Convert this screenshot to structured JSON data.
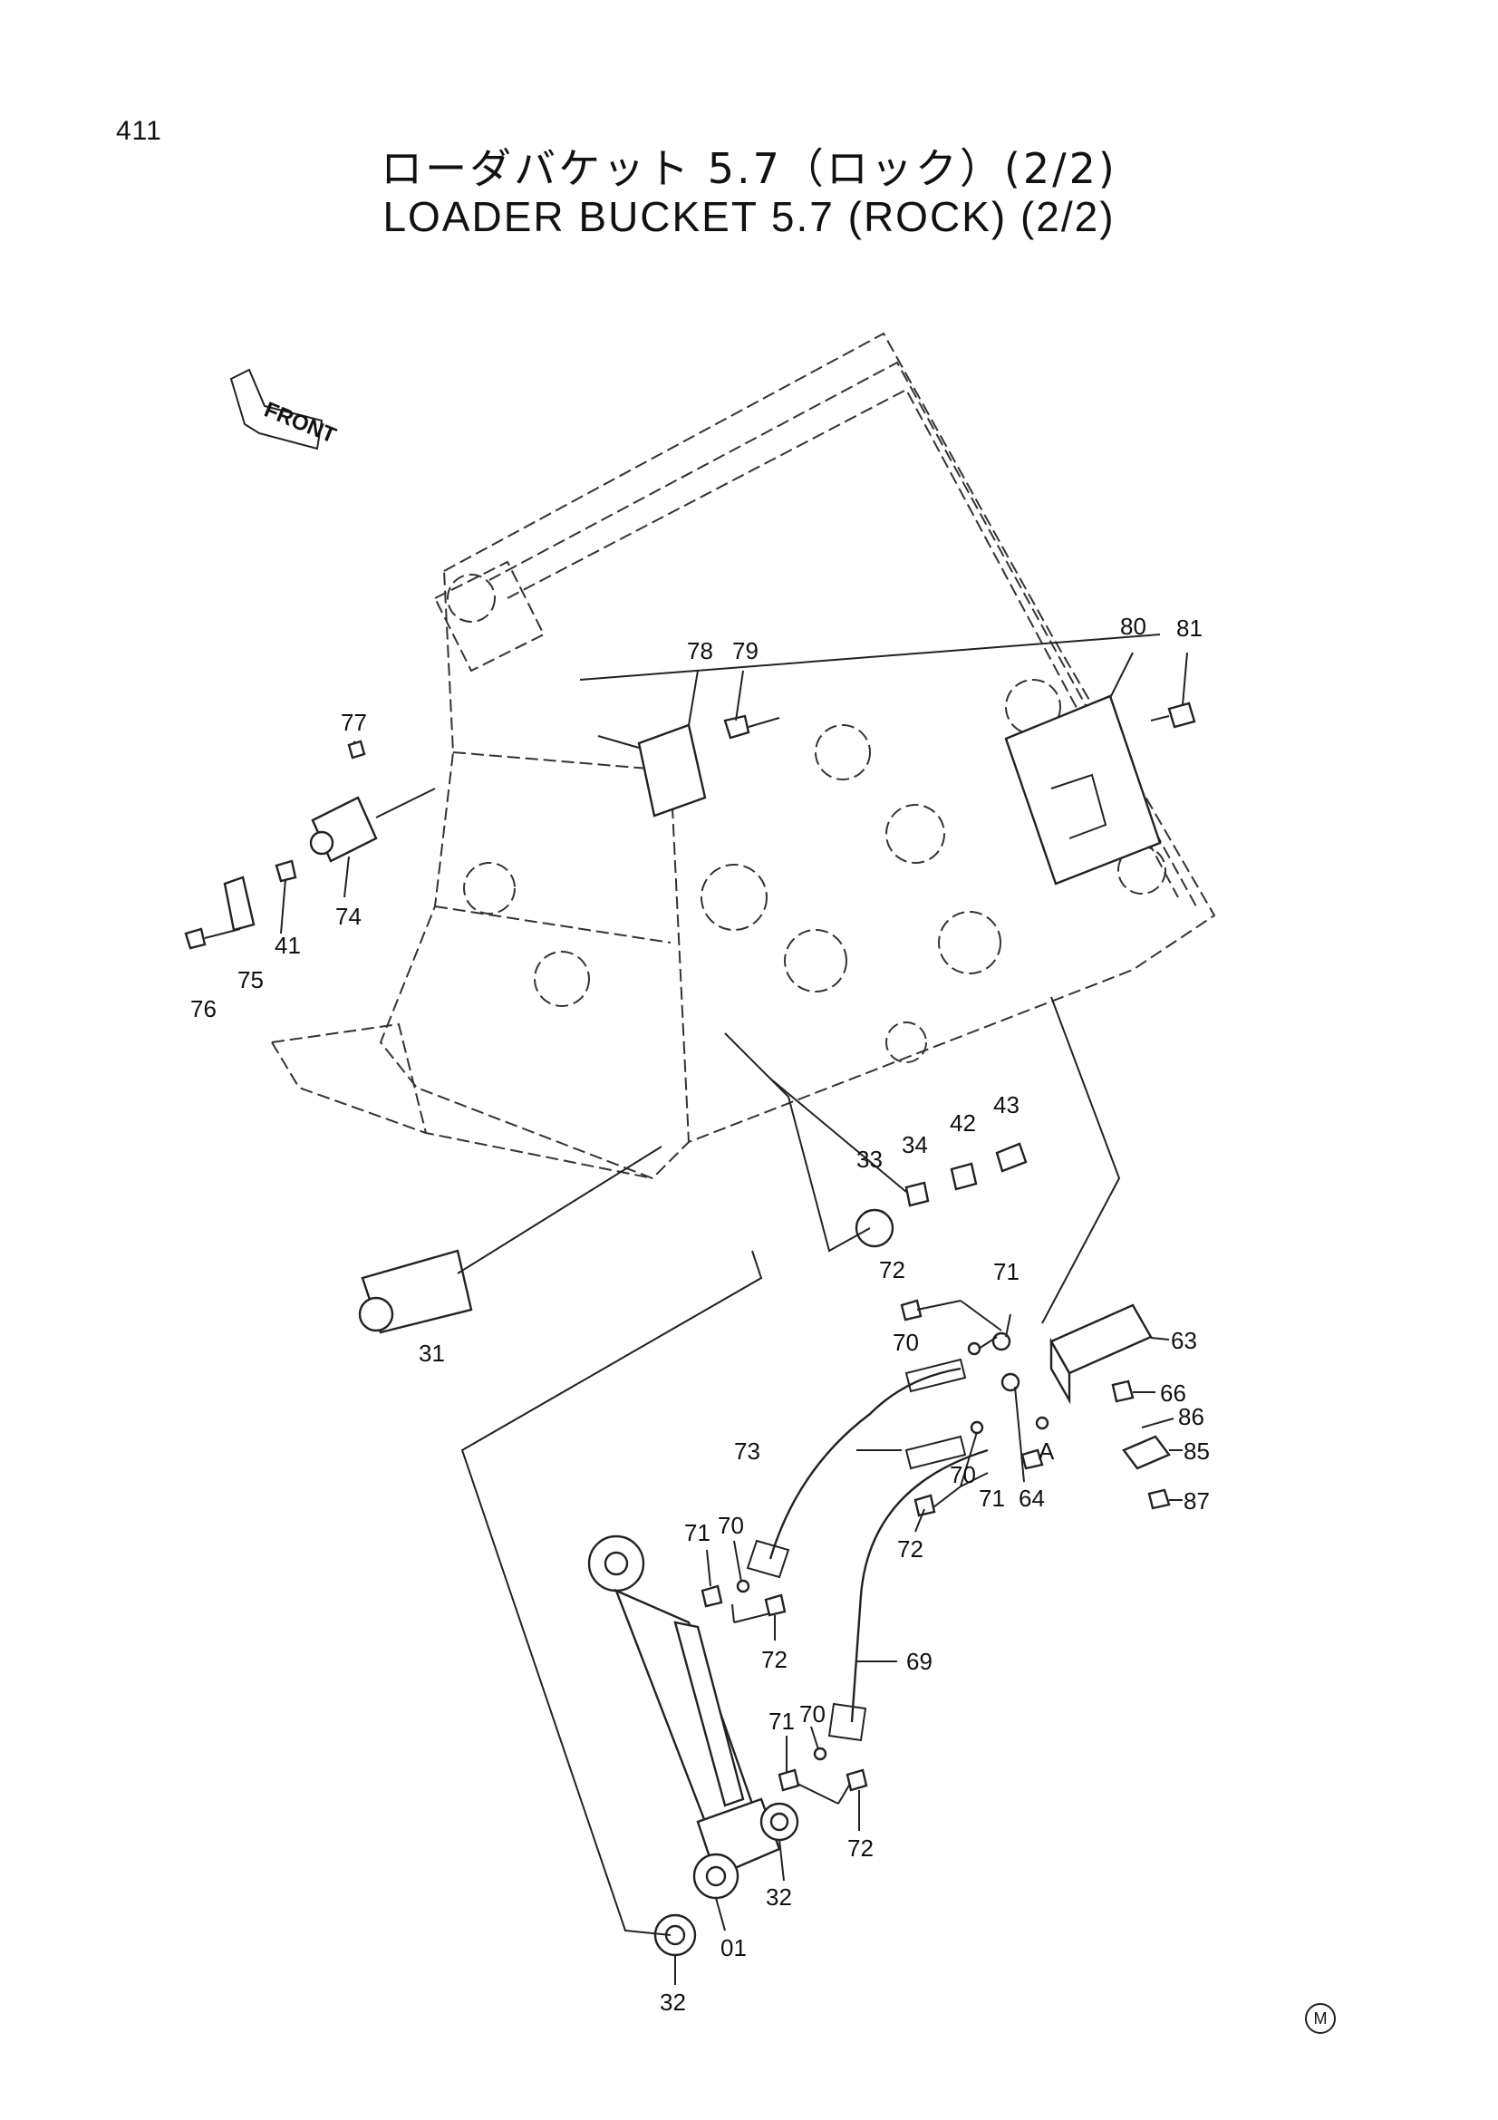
{
  "page_number": "411",
  "title_ja": "ローダバケット 5.7（ロック）(2/2)",
  "title_en": "LOADER BUCKET 5.7 (ROCK)  (2/2)",
  "front_label": "FRONT",
  "detail_label": "A",
  "corner_mark": "M",
  "callouts": [
    "80",
    "81",
    "78",
    "79",
    "77",
    "74",
    "41",
    "75",
    "76",
    "31",
    "33",
    "34",
    "42",
    "43",
    "72",
    "71",
    "70",
    "63",
    "66",
    "86",
    "85",
    "87",
    "73",
    "70",
    "71",
    "64",
    "72",
    "71",
    "70",
    "72",
    "69",
    "71",
    "70",
    "72",
    "01",
    "32",
    "32"
  ]
}
